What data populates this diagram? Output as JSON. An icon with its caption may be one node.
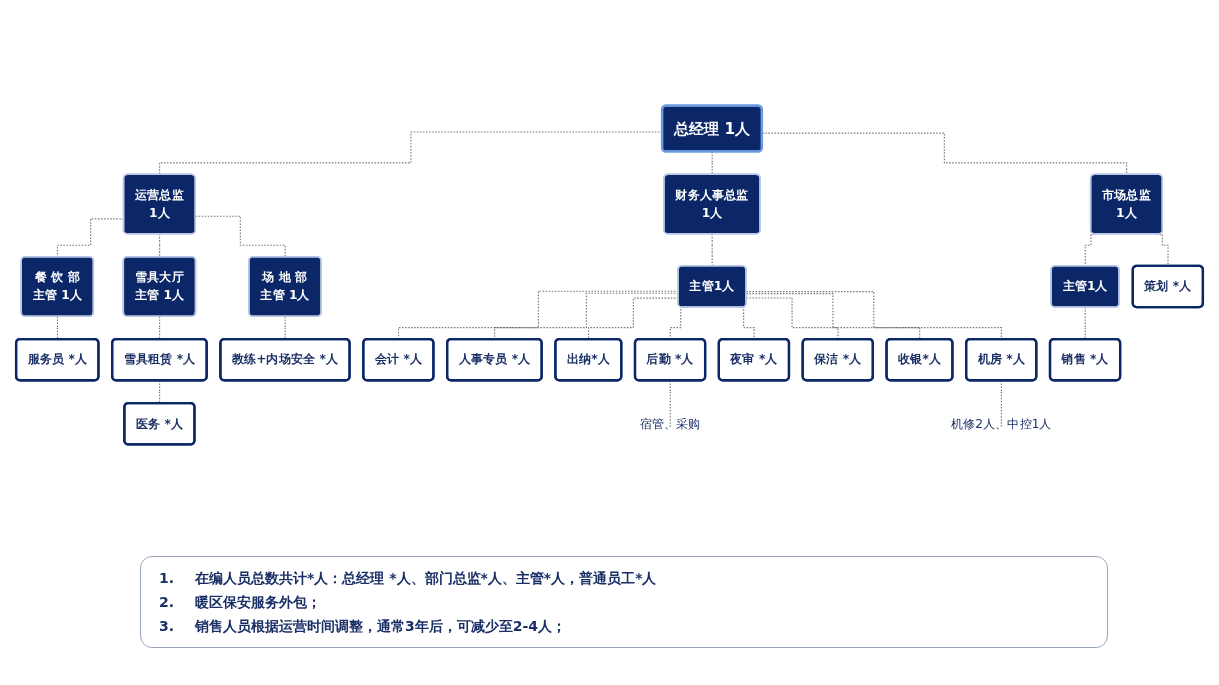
{
  "diagram": {
    "nodes": [
      {
        "text": [
          "总经理 1人"
        ]
      },
      {
        "text": [
          "运营总监",
          "1人"
        ]
      },
      {
        "text": [
          "财务人事总监",
          "1人"
        ]
      },
      {
        "text": [
          "市场总监",
          "1人"
        ]
      },
      {
        "text": [
          "餐 饮 部",
          "主管 1人"
        ]
      },
      {
        "text": [
          "雪具大厅",
          "主管 1人"
        ]
      },
      {
        "text": [
          "场 地 部",
          "主管 1人"
        ]
      },
      {
        "text": [
          "主管1人"
        ]
      },
      {
        "text": [
          "主管1人"
        ]
      },
      {
        "text": [
          "服务员 *人"
        ]
      },
      {
        "text": [
          "雪具租赁 *人"
        ]
      },
      {
        "text": [
          "医务 *人"
        ]
      },
      {
        "text": [
          "教练+内场安全 *人"
        ]
      },
      {
        "text": [
          "会计 *人"
        ]
      },
      {
        "text": [
          "人事专员 *人"
        ]
      },
      {
        "text": [
          "销售 *人"
        ]
      },
      {
        "text": [
          "策划 *人"
        ]
      },
      {
        "text": [
          "出纳*人"
        ]
      },
      {
        "text": [
          "后勤 *人"
        ]
      },
      {
        "text": [
          "宿管、采购"
        ]
      },
      {
        "text": [
          "夜审 *人"
        ]
      },
      {
        "text": [
          "保洁 *人"
        ]
      },
      {
        "text": [
          "收银*人"
        ]
      },
      {
        "text": [
          "机房 *人"
        ]
      },
      {
        "text": [
          "机修2人、中控1人"
        ]
      }
    ],
    "edges": [
      {
        "from": 0,
        "to": 1,
        "arrow": "none",
        "style": "dashed"
      },
      {
        "from": 0,
        "to": 2,
        "arrow": "none",
        "style": "dashed"
      },
      {
        "from": 0,
        "to": 3,
        "arrow": "none",
        "style": "dashed"
      },
      {
        "from": 1,
        "to": 4,
        "arrow": "none",
        "style": "dashed"
      },
      {
        "from": 1,
        "to": 5,
        "arrow": "none",
        "style": "dashed"
      },
      {
        "from": 1,
        "to": 6,
        "arrow": "none",
        "style": "dashed"
      },
      {
        "from": 2,
        "to": 7,
        "arrow": "none",
        "style": "dashed"
      },
      {
        "from": 3,
        "to": 8,
        "arrow": "none",
        "style": "dashed"
      },
      {
        "from": 3,
        "to": 16,
        "arrow": "none",
        "style": "dashed"
      },
      {
        "from": 4,
        "to": 9,
        "arrow": "none",
        "style": "dashed"
      },
      {
        "from": 5,
        "to": 10,
        "arrow": "none",
        "style": "dashed"
      },
      {
        "from": 10,
        "to": 11,
        "arrow": "none",
        "style": "dashed"
      },
      {
        "from": 6,
        "to": 12,
        "arrow": "none",
        "style": "dashed"
      },
      {
        "from": 7,
        "to": 13,
        "arrow": "none",
        "style": "dashed"
      },
      {
        "from": 7,
        "to": 14,
        "arrow": "none",
        "style": "dashed"
      },
      {
        "from": 7,
        "to": 17,
        "arrow": "none",
        "style": "dashed"
      },
      {
        "from": 7,
        "to": 18,
        "arrow": "none",
        "style": "dashed"
      },
      {
        "from": 7,
        "to": 20,
        "arrow": "none",
        "style": "dashed"
      },
      {
        "from": 7,
        "to": 21,
        "arrow": "none",
        "style": "dashed"
      },
      {
        "from": 7,
        "to": 22,
        "arrow": "none",
        "style": "dashed"
      },
      {
        "from": 7,
        "to": 23,
        "arrow": "none",
        "style": "dashed"
      },
      {
        "from": 8,
        "to": 15,
        "arrow": "none",
        "style": "dashed"
      },
      {
        "from": 18,
        "to": 19,
        "arrow": "none",
        "style": "dashed"
      },
      {
        "from": 23,
        "to": 24,
        "arrow": "none",
        "style": "dashed"
      }
    ],
    "labels": [
      "1.",
      "在编人员总数共计*人：总经理 *人、部门总监*人、主管*人，普通员工*人",
      "2.",
      "暖区保安服务外包；",
      "3.",
      "销售人员根据运营时间调整，通常3年后，可减少至2-4人；"
    ]
  }
}
